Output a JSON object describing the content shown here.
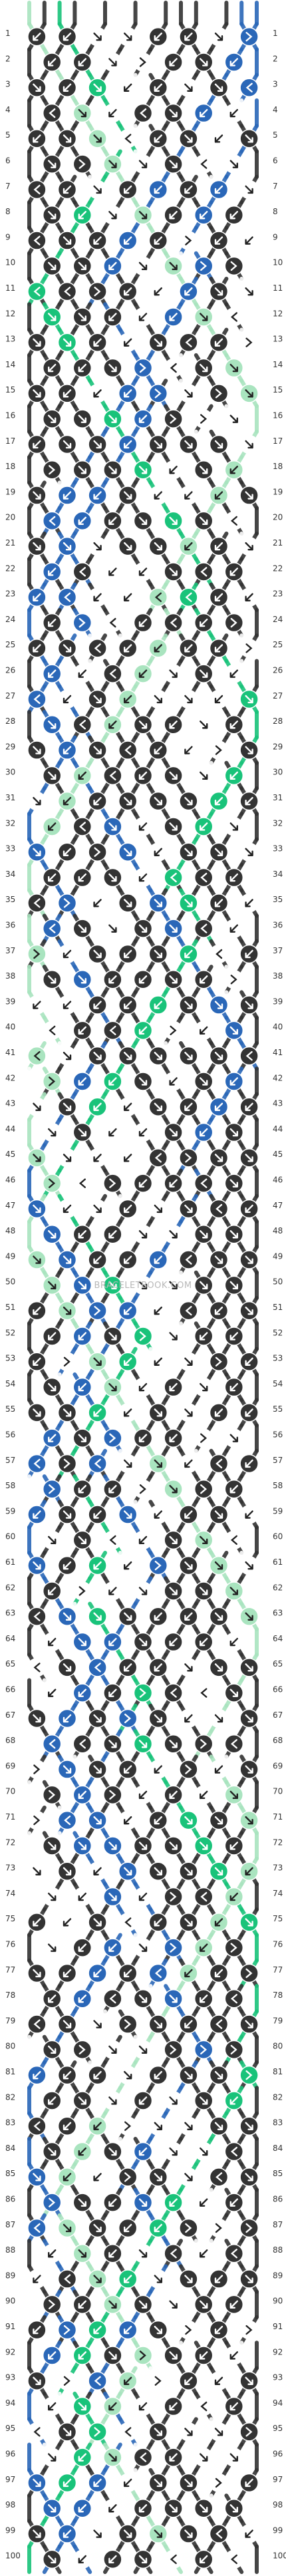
{
  "chart": {
    "rows": 100,
    "columns": 7,
    "watermark": "BRACELETBOOK.COM",
    "palette": {
      "black": "#333333",
      "green": "#19c37a",
      "light_green": "#a9e4bf",
      "blue": "#2a67b8",
      "teal": "#7bafc0",
      "white": "#ffffff"
    },
    "strings": [
      "light_green",
      "black",
      "green",
      "black",
      "white",
      "black",
      "white",
      "black",
      "white",
      "black",
      "black",
      "black",
      "white",
      "black",
      "blue",
      "blue"
    ],
    "row_numbers": [
      "1",
      "2",
      "3",
      "4",
      "5",
      "6",
      "7",
      "8",
      "9",
      "10",
      "11",
      "12",
      "13",
      "14",
      "15",
      "16",
      "17",
      "18",
      "19",
      "20",
      "21",
      "22",
      "23",
      "24",
      "25",
      "26",
      "27",
      "28",
      "29",
      "30",
      "31",
      "32",
      "33",
      "34",
      "35",
      "36",
      "37",
      "38",
      "39",
      "40",
      "41",
      "42",
      "43",
      "44",
      "45",
      "46",
      "47",
      "48",
      "49",
      "50",
      "51",
      "52",
      "53",
      "54",
      "55",
      "56",
      "57",
      "58",
      "59",
      "60",
      "61",
      "62",
      "63",
      "64",
      "65",
      "66",
      "67",
      "68",
      "69",
      "70",
      "71",
      "72",
      "73",
      "74",
      "75",
      "76",
      "77",
      "78",
      "79",
      "80",
      "81",
      "82",
      "83",
      "84",
      "85",
      "86",
      "87",
      "88",
      "89",
      "90",
      "91",
      "92",
      "93",
      "94",
      "95",
      "96",
      "97",
      "98",
      "99",
      "100"
    ]
  }
}
